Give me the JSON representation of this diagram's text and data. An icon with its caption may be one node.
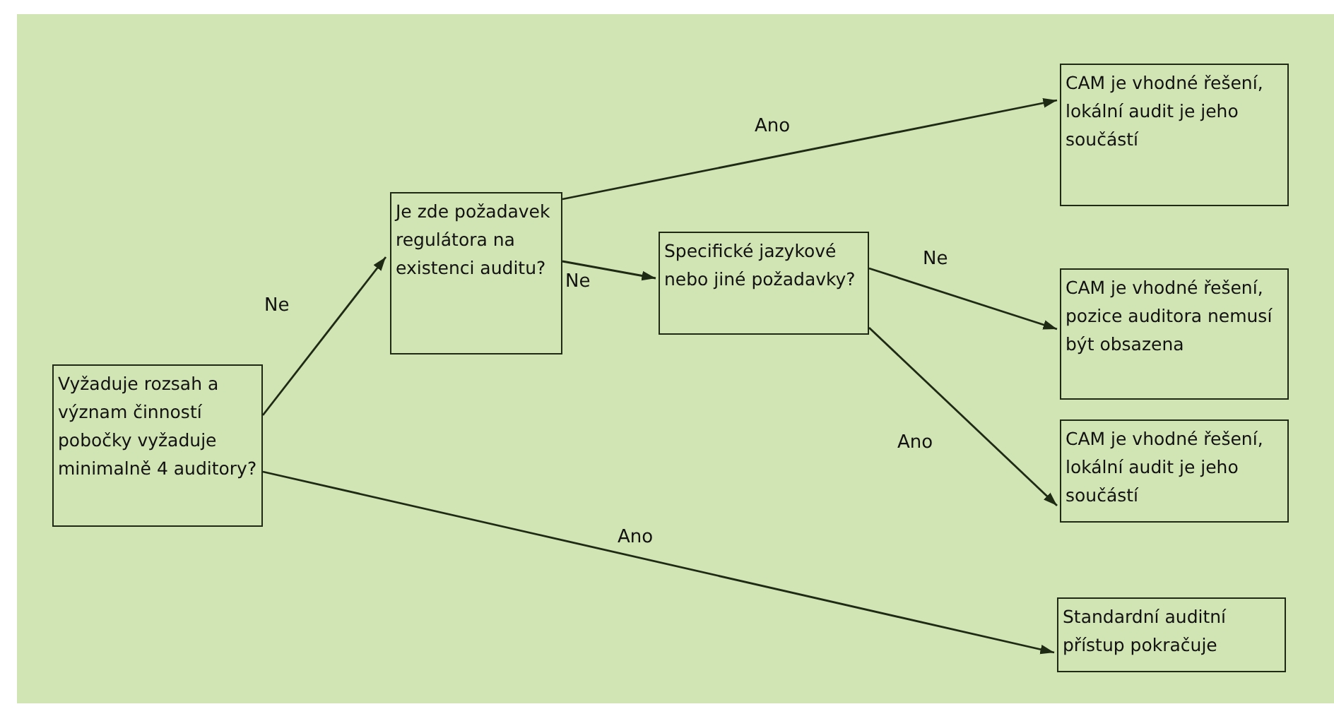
{
  "diagram": {
    "nodes": [
      {
        "text": [
          "Vyžaduje rozsah a význam činností pobočky vyžaduje minimalně 4 auditory?"
        ]
      },
      {
        "text": [
          "Je zde požadavek regulátora na existenci auditu?"
        ]
      },
      {
        "text": [
          "Specifické jazykové nebo jiné požadavky?"
        ]
      },
      {
        "text": [
          "CAM je vhodné řešení, lokální audit je jeho součástí"
        ]
      },
      {
        "text": [
          "CAM je vhodné řešení, pozice auditora nemusí být obsazena"
        ]
      },
      {
        "text": [
          "CAM je vhodné řešení, lokální audit je jeho součástí"
        ]
      },
      {
        "text": [
          "Standardní auditní přístup pokračuje"
        ]
      }
    ],
    "edges": [
      {
        "from": 0,
        "to": 1,
        "arrow": "to",
        "label": "Ne"
      },
      {
        "from": 1,
        "to": 3,
        "arrow": "to",
        "label": "Ano"
      },
      {
        "from": 1,
        "to": 2,
        "arrow": "to",
        "label": "Ne"
      },
      {
        "from": 2,
        "to": 4,
        "arrow": "to",
        "label": "Ne"
      },
      {
        "from": 2,
        "to": 5,
        "arrow": "to",
        "label": "Ano"
      },
      {
        "from": 0,
        "to": 6,
        "arrow": "to",
        "label": "Ano"
      }
    ]
  }
}
